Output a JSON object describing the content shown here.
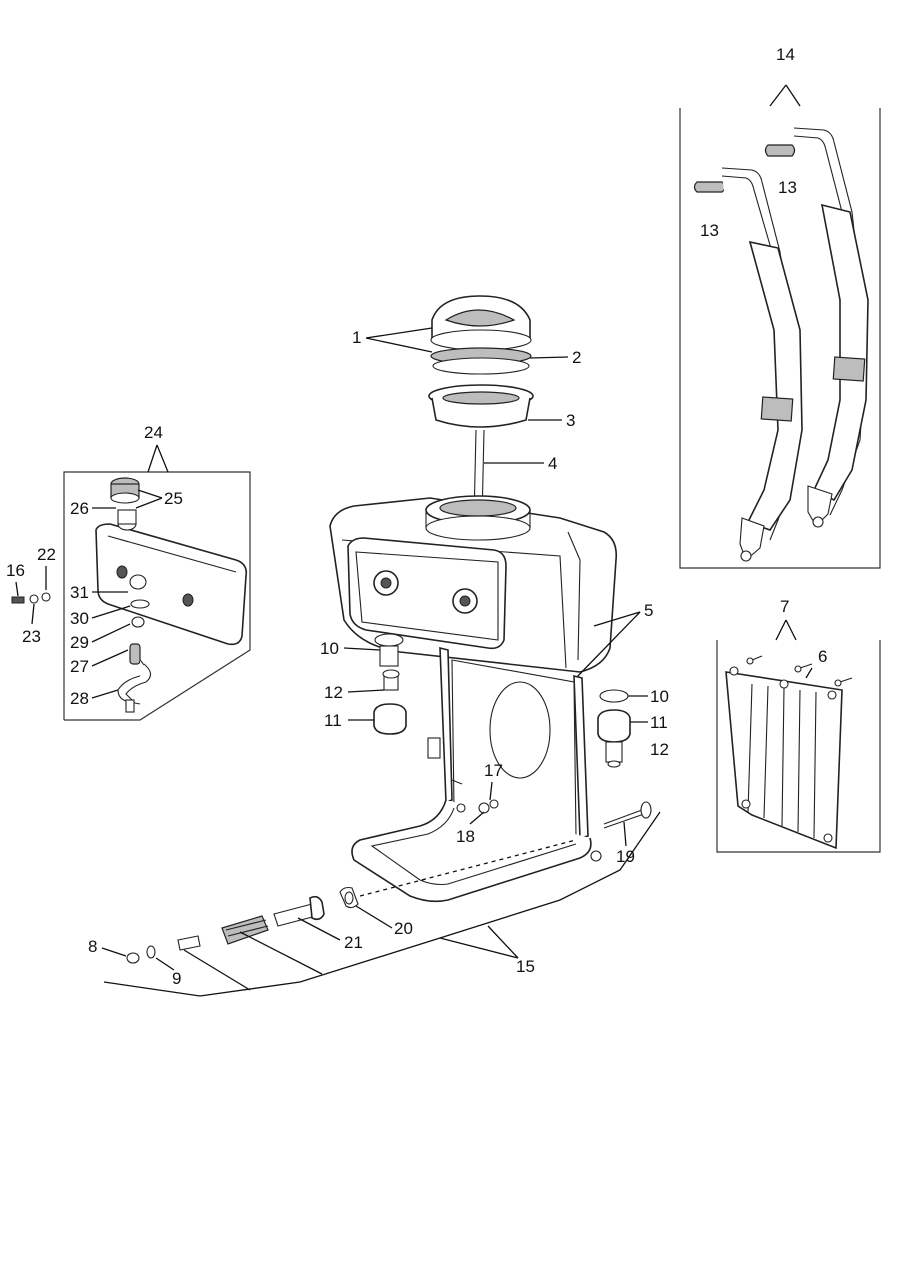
{
  "callouts": {
    "c1": "1",
    "c2": "2",
    "c3": "3",
    "c4": "4",
    "c5": "5",
    "c6": "6",
    "c7": "7",
    "c8": "8",
    "c9": "9",
    "c10a": "10",
    "c10b": "10",
    "c11a": "11",
    "c11b": "11",
    "c12a": "12",
    "c12b": "12",
    "c13a": "13",
    "c13b": "13",
    "c14": "14",
    "c15": "15",
    "c16": "16",
    "c17": "17",
    "c18": "18",
    "c19": "19",
    "c20": "20",
    "c21": "21",
    "c22": "22",
    "c23": "23",
    "c24": "24",
    "c25": "25",
    "c26": "26",
    "c27": "27",
    "c28": "28",
    "c29": "29",
    "c30": "30",
    "c31": "31"
  },
  "colors": {
    "line": "#111111",
    "shade": "#bdbdbd",
    "dark": "#555555",
    "background": "#ffffff"
  }
}
